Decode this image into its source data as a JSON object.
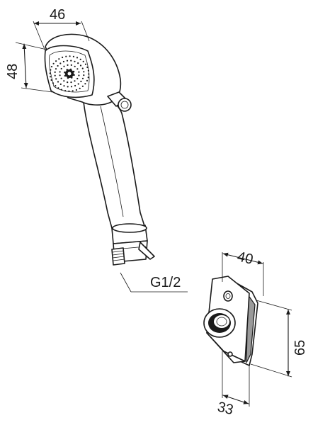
{
  "dimensions": {
    "hand_shower_width": "46",
    "hand_shower_height": "48",
    "thread_size": "G1/2",
    "holder_width": "40",
    "holder_height": "65",
    "holder_depth": "33"
  }
}
